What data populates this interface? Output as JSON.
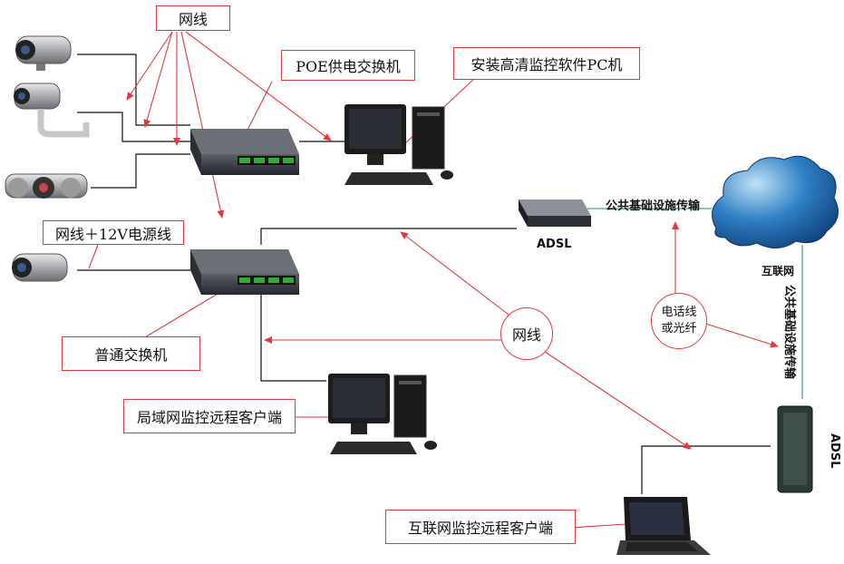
{
  "labels": {
    "network_cable_top": "网线",
    "poe_switch": "POE供电交换机",
    "hd_pc": "安装高清监控软件PC机",
    "cable_12v": "网线＋12V电源线",
    "normal_switch": "普通交换机",
    "lan_client": "局域网监控远程客户端",
    "internet_client": "互联网监控远程客户端",
    "network_cable_center": "网线",
    "phone_or_fiber": "电话线或光纤",
    "public_infra_top": "公共基础设施传输",
    "public_infra_right": "公共基础设施传输",
    "adsl_top": "ADSL",
    "adsl_right": "ADSL",
    "internet": "互联网"
  },
  "icons": [
    "camera-icon",
    "ptz-camera-icon",
    "ir-camera-icon",
    "switch-icon",
    "desktop-pc-icon",
    "router-icon",
    "cloud-icon",
    "laptop-icon"
  ],
  "colors": {
    "annotation_red": "#e0393e",
    "link_line": "#111111",
    "teal_link": "#5fb8a8"
  }
}
